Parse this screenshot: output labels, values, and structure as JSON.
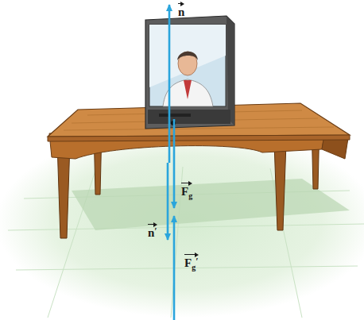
{
  "diagram": {
    "labels": [
      "n",
      "Fg",
      "n′",
      "Fg′"
    ]
  }
}
